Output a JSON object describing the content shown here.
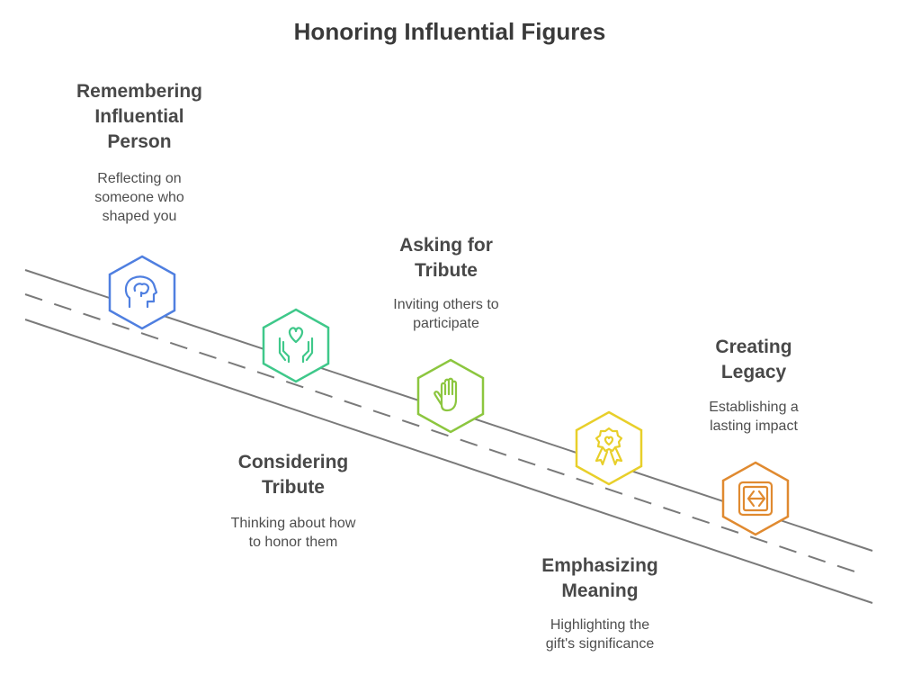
{
  "title": "Honoring Influential Figures",
  "steps": [
    {
      "title": "Remembering\nInfluential\nPerson",
      "desc": "Reflecting on\nsomeone who\nshaped you",
      "color": "#4f7fe0",
      "icon": "head-brain-icon"
    },
    {
      "title": "Considering\nTribute",
      "desc": "Thinking about how\nto honor them",
      "color": "#3fc88a",
      "icon": "heart-hands-icon"
    },
    {
      "title": "Asking for\nTribute",
      "desc": "Inviting others to\nparticipate",
      "color": "#8cc63f",
      "icon": "raised-hand-icon"
    },
    {
      "title": "Emphasizing\nMeaning",
      "desc": "Highlighting the\ngift's significance",
      "color": "#e8cf2a",
      "icon": "award-ribbon-icon"
    },
    {
      "title": "Creating\nLegacy",
      "desc": "Establishing a\nlasting impact",
      "color": "#e08a30",
      "icon": "framed-arrows-icon"
    }
  ]
}
